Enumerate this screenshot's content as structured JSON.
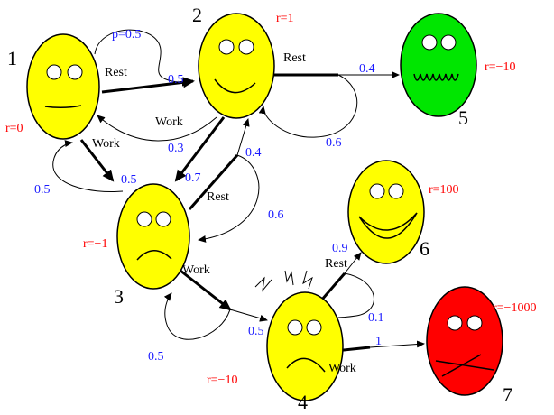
{
  "states": [
    {
      "number": "1",
      "reward": "r=0",
      "color": "#ffff00",
      "face": "neutral"
    },
    {
      "number": "2",
      "reward": "r=1",
      "color": "#ffff00",
      "face": "smile"
    },
    {
      "number": "3",
      "reward": "r=−1",
      "color": "#ffff00",
      "face": "frown"
    },
    {
      "number": "4",
      "reward": "r=−10",
      "color": "#ffff00",
      "face": "frown-stressed"
    },
    {
      "number": "5",
      "reward": "r=−10",
      "color": "#00e600",
      "face": "wavy"
    },
    {
      "number": "6",
      "reward": "r=100",
      "color": "#ffff00",
      "face": "big-smile"
    },
    {
      "number": "7",
      "reward": "r=−1000",
      "color": "#ff0000",
      "face": "crossed"
    }
  ],
  "actions": {
    "rest": "Rest",
    "work": "Work"
  },
  "probabilities": {
    "s1_self": "p=0.5",
    "s1_to_s2": "0.5",
    "s1_to_s3": "0.5",
    "s3_to_s1_back": "0.5",
    "s2_to_s5": "0.4",
    "s2_self": "0.6",
    "s2_to_s1": "0.3",
    "s2_to_s3": "0.7",
    "s3_to_s2": "0.4",
    "s3_self": "0.6",
    "s3_to_s4": "0.5",
    "s4_to_s3_back": "0.5",
    "s4_to_s6": "0.9",
    "s4_self": "0.1",
    "s4_to_s7": "1"
  },
  "colors": {
    "face_outline": "#000000",
    "probability_text": "#1a1aff",
    "reward_text": "#ff0000"
  }
}
